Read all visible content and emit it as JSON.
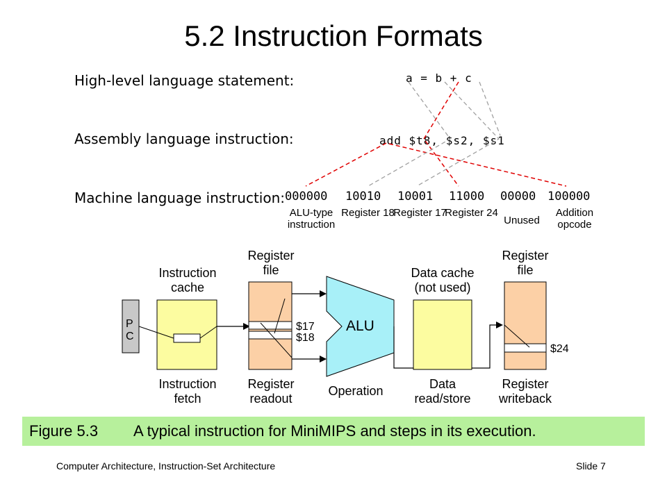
{
  "title": "5.2  Instruction Formats",
  "levels": {
    "high": "High-level language statement:",
    "assembly": "Assembly language instruction:",
    "machine": "Machine language instruction:"
  },
  "hll_statement": "a = b + c",
  "asm_instruction": "add $t8, $s2, $s1",
  "fields": [
    {
      "bits": "000000",
      "label": "ALU-type instruction"
    },
    {
      "bits": "10010",
      "label": "Register 18"
    },
    {
      "bits": "10001",
      "label": "Register 17"
    },
    {
      "bits": "11000",
      "label": "Register 24"
    },
    {
      "bits": "00000",
      "label": "Unused"
    },
    {
      "bits": "100000",
      "label": "Addition opcode"
    }
  ],
  "datapath": {
    "pc": [
      "P",
      "C"
    ],
    "instruction_cache": [
      "Instruction",
      "cache"
    ],
    "register_file_top": [
      "Register",
      "file"
    ],
    "alu": "ALU",
    "data_cache": [
      "Data cache",
      "(not used)"
    ],
    "register_file_write_top": [
      "Register",
      "file"
    ],
    "reg_s17": "$17",
    "reg_s18": "$18",
    "reg_s24": "$24"
  },
  "stages": [
    [
      "Instruction",
      "fetch"
    ],
    [
      "Register",
      "readout"
    ],
    [
      "Operation",
      ""
    ],
    [
      "Data",
      "read/store"
    ],
    [
      "Register",
      "writeback"
    ]
  ],
  "caption": {
    "figure": "Figure 5.3",
    "text": "A typical instruction for MiniMIPS and steps in its execution."
  },
  "footer": {
    "left": "Computer Architecture, Instruction-Set Architecture",
    "right": "Slide 7"
  },
  "colors": {
    "caption_bg": "#b7f09c",
    "reg_file": "#fcd0a6",
    "cache": "#fcfca0",
    "alu": "#a8f0f8",
    "pc": "#c8c8c8",
    "red_dash": "#e00000",
    "gray_dash": "#a0a0a0"
  }
}
